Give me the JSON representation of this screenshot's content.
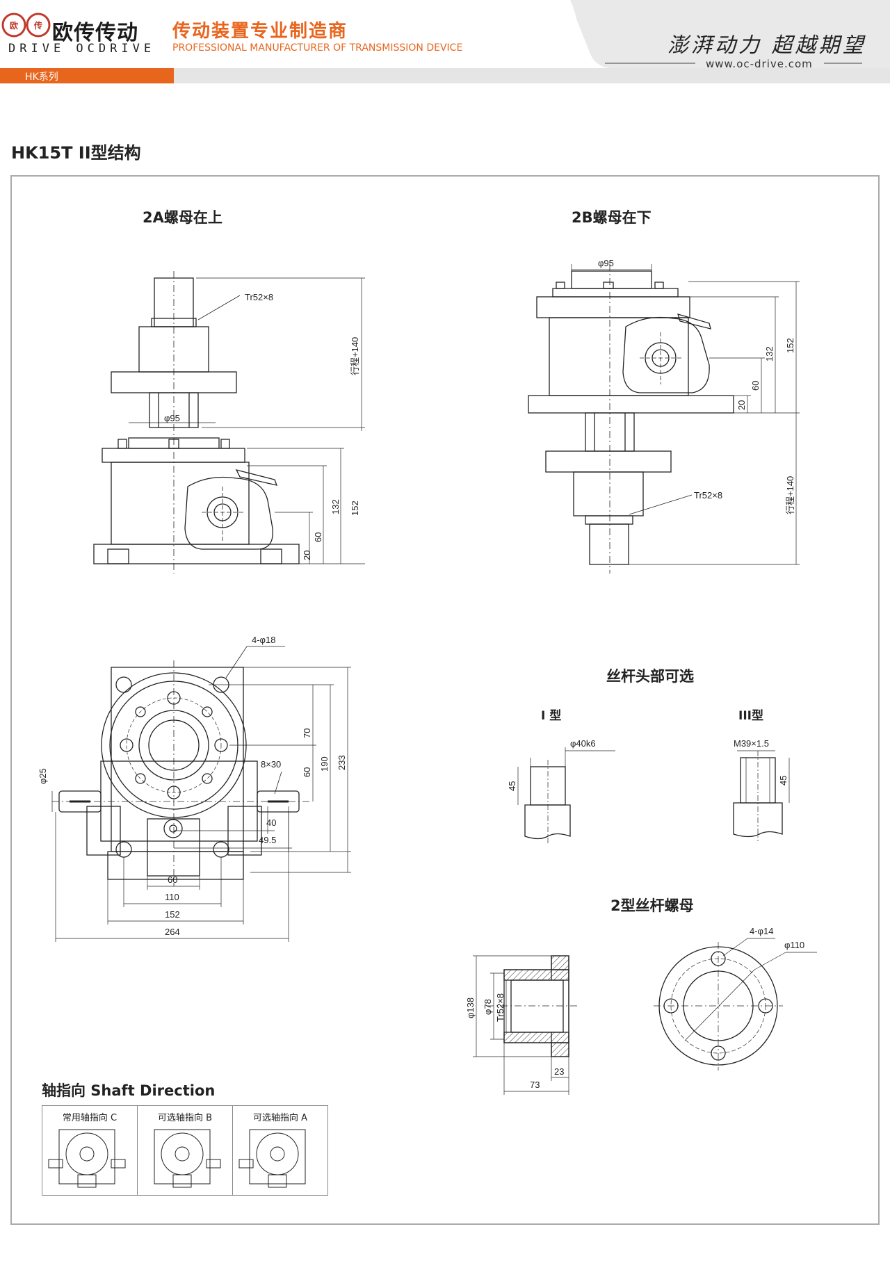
{
  "header": {
    "brand_cn": "欧传传动",
    "brand_en": "DRIVE OCDRIVE",
    "logo_mark": "欧 传",
    "slogan_cn": "传动装置专业制造商",
    "slogan_en": "PROFESSIONAL MANUFACTURER OF TRANSMISSION DEVICE",
    "motto": "澎湃动力 超越期望",
    "website": "www.oc-drive.com",
    "series": "HK系列",
    "accent_color": "#e8651e"
  },
  "page_title": "HK15T II型结构",
  "sections": {
    "view_2a": {
      "title": "2A螺母在上",
      "thread": "Tr52×8",
      "stroke": "行程+140",
      "dia": "φ95",
      "h132": "132",
      "h152": "152",
      "h60": "60",
      "h20": "20"
    },
    "view_2b": {
      "title": "2B螺母在下",
      "thread": "Tr52×8",
      "stroke": "行程+140",
      "dia": "φ95",
      "h132": "132",
      "h152": "152",
      "h60": "60",
      "h20": "20"
    },
    "plan_view": {
      "holes": "4-φ18",
      "shaft_dia": "φ25",
      "key": "8×30",
      "d40": "40",
      "d49_5": "49.5",
      "d60": "60",
      "d110": "110",
      "d152": "152",
      "d264": "264",
      "v70": "70",
      "v60": "60",
      "v190": "190",
      "v233": "233"
    },
    "screw_head": {
      "title": "丝杆头部可选",
      "type1_label": "I 型",
      "type1_dia": "φ40k6",
      "type1_len": "45",
      "type3_label": "III型",
      "type3_thread": "M39×1.5",
      "type3_len": "45"
    },
    "nut": {
      "title": "2型丝杆螺母",
      "holes": "4-φ14",
      "pcd": "φ110",
      "od": "φ138",
      "id": "φ78",
      "thread": "Tr52×8",
      "flange": "23",
      "length": "73"
    },
    "shaft_direction": {
      "title": "轴指向 Shaft Direction",
      "options": [
        "常用轴指向 C",
        "可选轴指向 B",
        "可选轴指向 A"
      ]
    }
  }
}
